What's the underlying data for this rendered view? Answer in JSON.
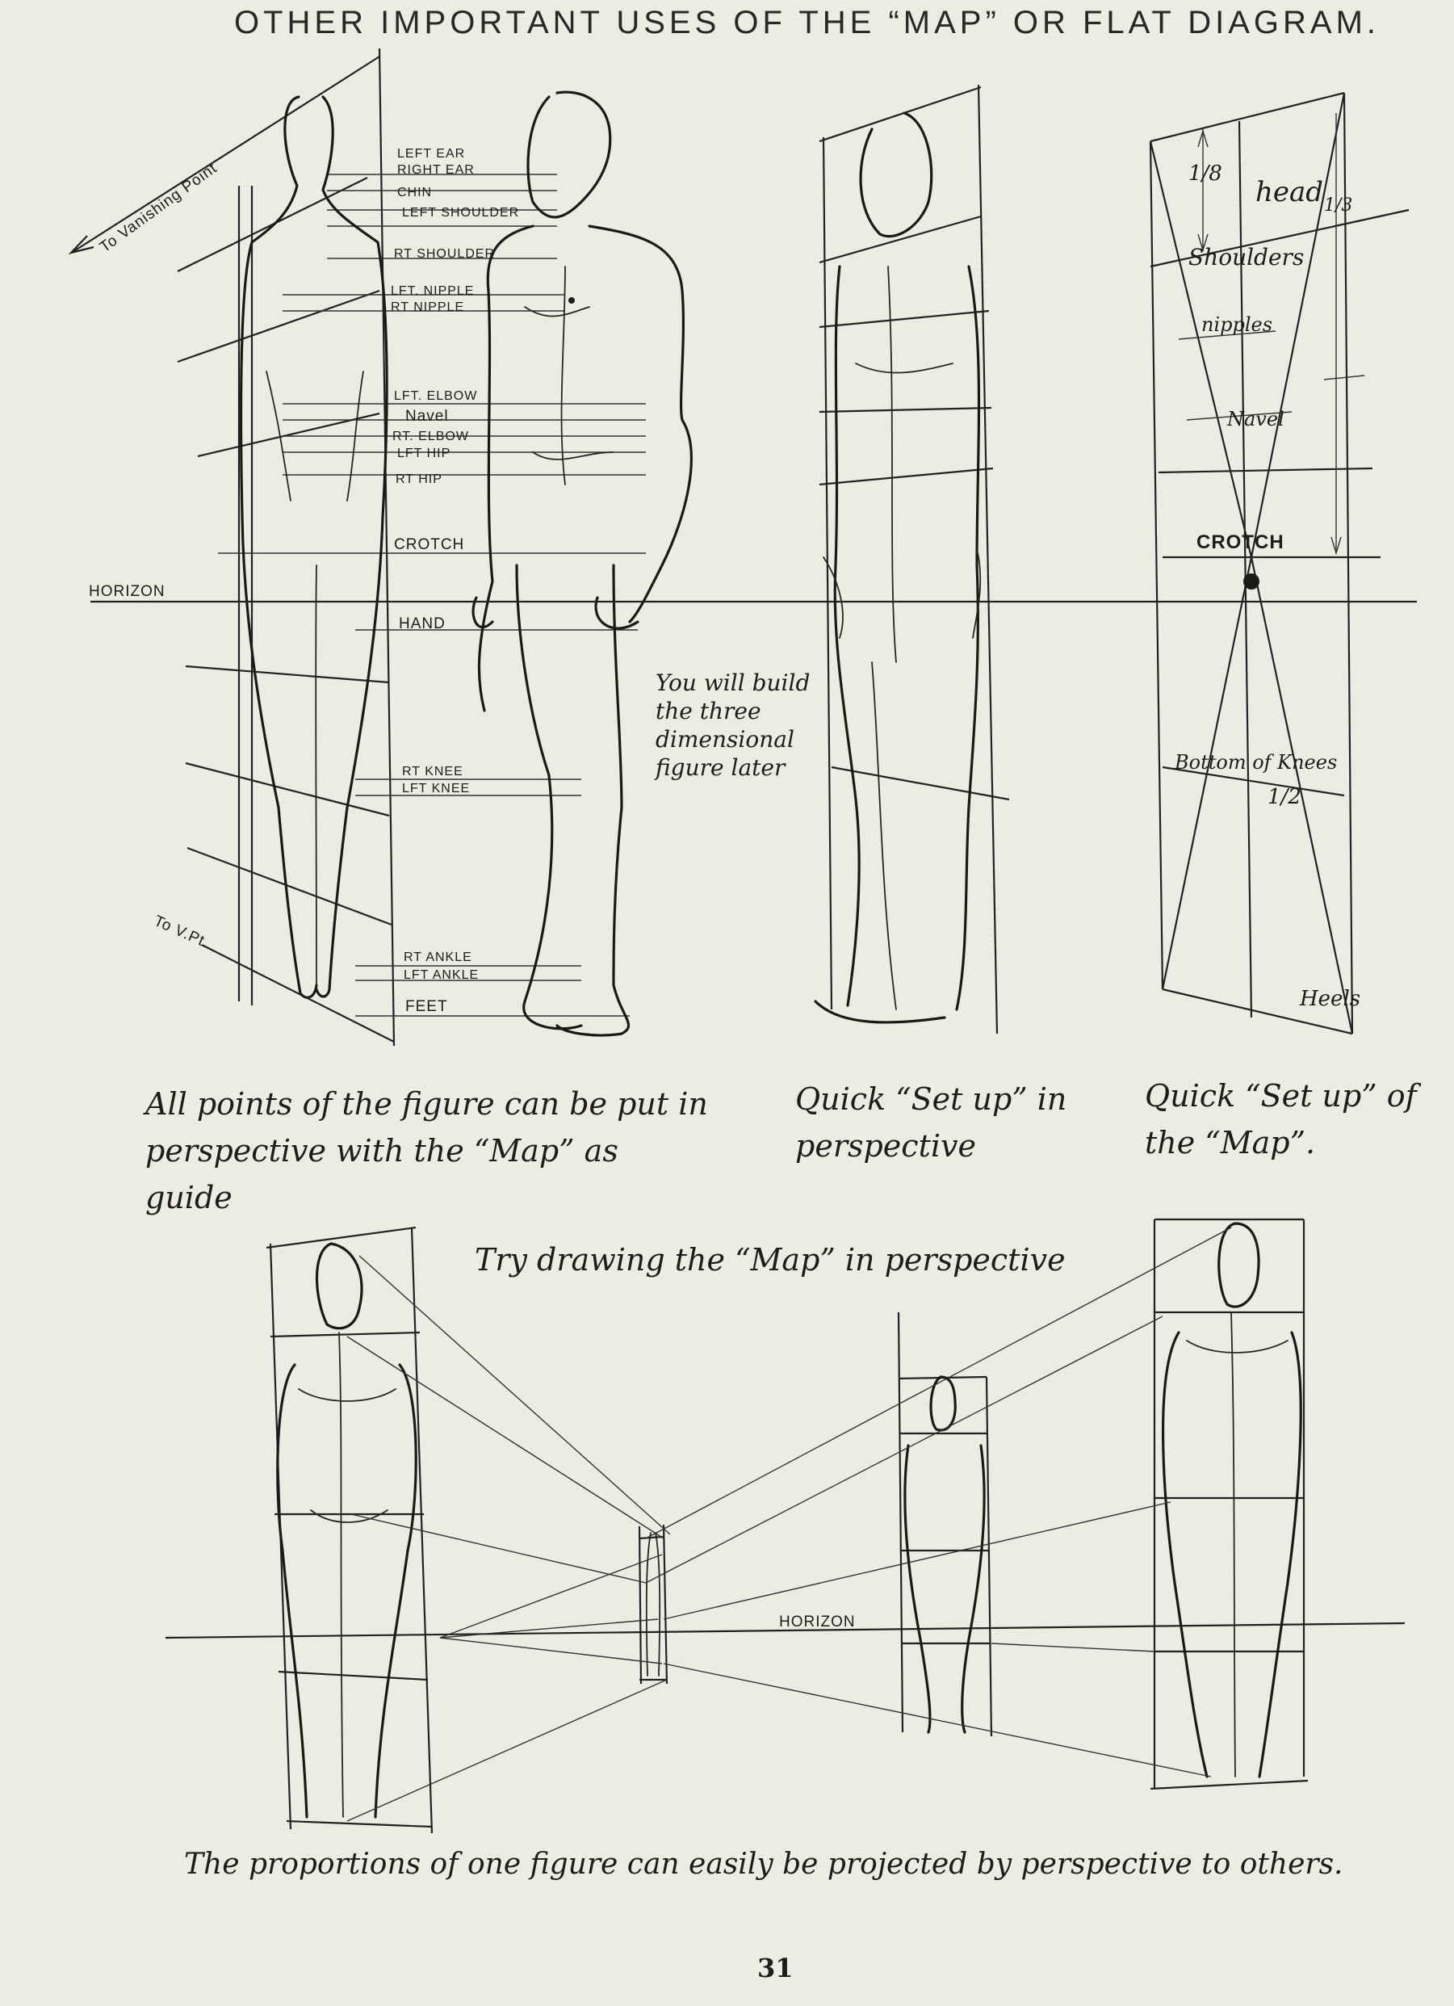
{
  "page": {
    "title": "OTHER IMPORTANT USES OF THE “MAP” OR FLAT DIAGRAM.",
    "page_number": "31"
  },
  "top_left_figure": {
    "vanishing_label_top": "To Vanishing Point",
    "vanishing_label_bottom": "To V.Pt.",
    "horizon_label": "HORIZON",
    "landmarks": [
      "LEFT EAR",
      "RIGHT EAR",
      "CHIN",
      "LEFT SHOULDER",
      "RT SHOULDER",
      "LFT. NIPPLE",
      "RT NIPPLE",
      "LFT. ELBOW",
      "Navel",
      "RT. ELBOW",
      "LFT HIP",
      "RT HIP",
      "CROTCH",
      "HAND",
      "RT KNEE",
      "LFT KNEE",
      "RT ANKLE",
      "LFT ANKLE",
      "FEET"
    ],
    "note": "You will build the three dimensional figure later",
    "caption": "All points of the figure can be put in perspective with the “Map” as guide"
  },
  "middle_figure": {
    "caption": "Quick “Set up” in perspective"
  },
  "right_map": {
    "fraction_eighth": "1/8",
    "fraction_third": "1/3",
    "fraction_half": "1/2",
    "labels": [
      "head",
      "Shoulders",
      "nipples",
      "Navel",
      "CROTCH",
      "Bottom of Knees",
      "Heels"
    ],
    "caption": "Quick “Set up” of the “Map”."
  },
  "bottom_panel": {
    "heading": "Try drawing the “Map” in perspective",
    "horizon_label": "HORIZON",
    "caption": "The proportions of one figure can easily be projected by perspective to others."
  }
}
